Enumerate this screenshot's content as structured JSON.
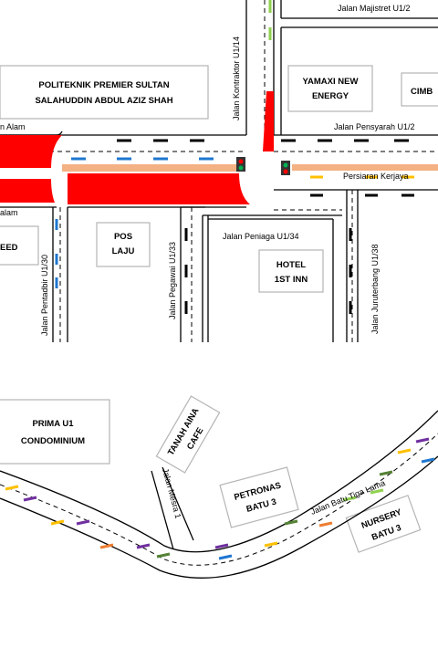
{
  "buildings": {
    "politeknik_line1": "POLITEKNIK PREMIER SULTAN",
    "politeknik_line2": "SALAHUDDIN ABDUL AZIZ SHAH",
    "yamaxi_line1": "YAMAXI NEW",
    "yamaxi_line2": "ENERGY",
    "cimb": "CIMB",
    "speed": "EED",
    "pos_line1": "POS",
    "pos_line2": "LAJU",
    "hotel_line1": "HOTEL",
    "hotel_line2": "1ST INN",
    "prima_line1": "PRIMA U1",
    "prima_line2": "CONDOMINIUM",
    "tanah_line1": "TANAH AINA",
    "tanah_line2": "CAFE",
    "petronas_line1": "PETRONAS",
    "petronas_line2": "BATU 3",
    "nursery_line1": "NURSERY",
    "nursery_line2": "BATU 3"
  },
  "roads": {
    "majistret": "Jalan Majistret U1/2",
    "kontraktor": "Jalan Kontraktor U1/14",
    "pensyarah": "Jalan Pensyarah U1/2",
    "alam_top": "n Alam",
    "alam_bottom": "alam",
    "kerjaya": "Persiaran Kerjaya",
    "peniaga": "Jalan Peniaga U1/34",
    "pentadbir": "Jalan Pentadbir U1/30",
    "pegawai": "Jalan Pegawai U1/33",
    "juruterbang": "Jalan Juruterbang U1/38",
    "mesra": "Jalan Mesra 1",
    "batu_tiga_lama": "Jalan Batu Tiga Lama"
  },
  "colors": {
    "congestion_red": "#ff0000",
    "route_orange": "#f4b183",
    "arrow_blue": "#1f77d0",
    "arrow_yellow": "#ffc000",
    "arrow_black": "#000000",
    "traffic_light": "#333333"
  }
}
